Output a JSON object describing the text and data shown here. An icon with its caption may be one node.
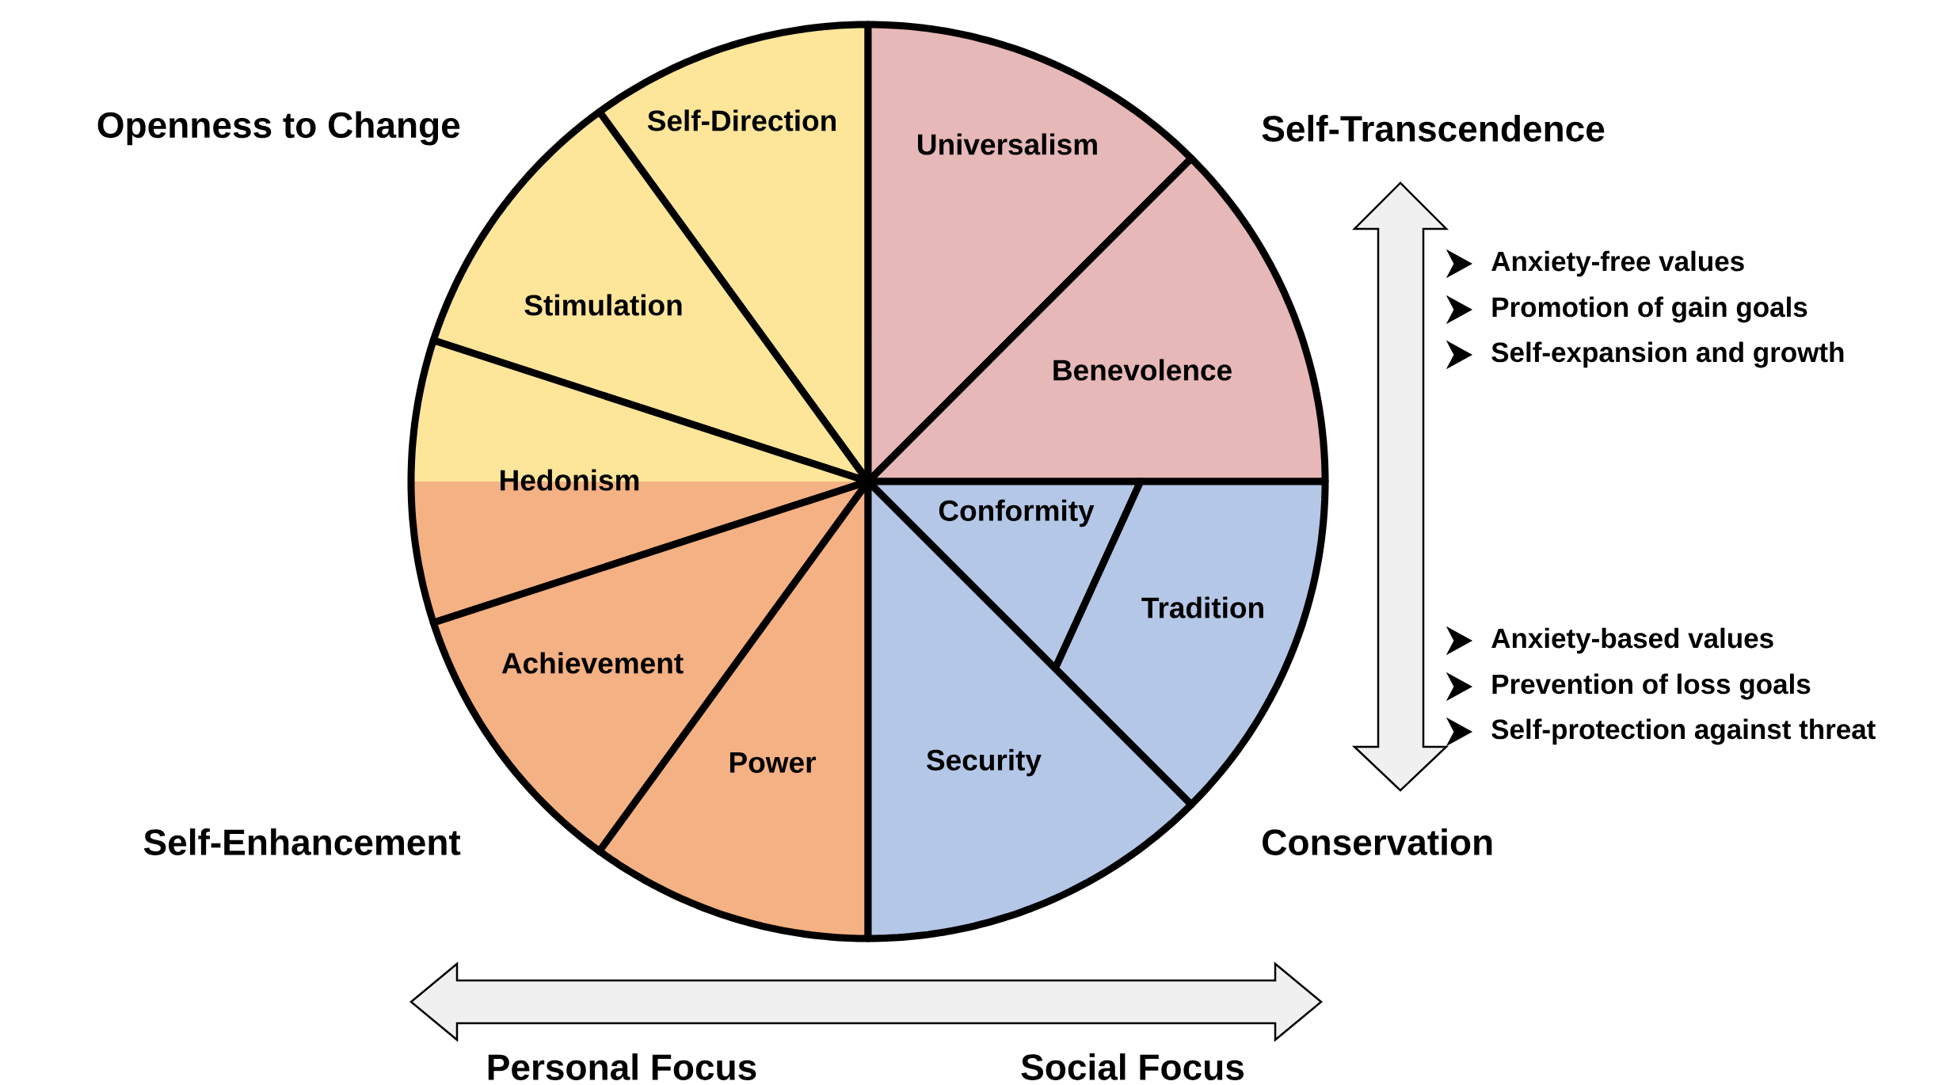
{
  "diagram": {
    "nodes": [
      {
        "text": [
          "Self-Direction"
        ]
      },
      {
        "text": [
          "Universalism"
        ]
      },
      {
        "text": [
          "Stimulation"
        ]
      },
      {
        "text": [
          "Benevolence"
        ]
      },
      {
        "text": [
          "Hedonism"
        ]
      },
      {
        "text": [
          "Conformity"
        ]
      },
      {
        "text": [
          "Tradition"
        ]
      },
      {
        "text": [
          "Achievement"
        ]
      },
      {
        "text": [
          "Power"
        ]
      },
      {
        "text": [
          "Security"
        ]
      }
    ],
    "labels": [
      "Openness to Change",
      "Self-Transcendence",
      "Anxiety-free values",
      "Promotion of gain goals",
      "Self-expansion and growth",
      "Anxiety-based values",
      "Prevention of loss goals",
      "Self-protection against threat",
      "Self-Enhancement",
      "Conservation",
      "Personal Focus",
      "Social Focus"
    ]
  }
}
